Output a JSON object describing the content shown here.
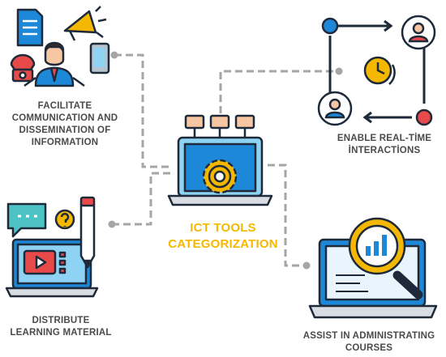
{
  "center": {
    "lines": [
      "ICT TOOLS",
      "CATEGORIZATION"
    ]
  },
  "nodes": [
    {
      "id": "comm",
      "lines": [
        "FACILITATE",
        "COMMUNICATION AND",
        "DISSEMINATION OF",
        "INFORMATION"
      ]
    },
    {
      "id": "realtime",
      "lines": [
        "ENABLE REAL-TİME",
        "İNTERACTİONS"
      ]
    },
    {
      "id": "distribute",
      "lines": [
        "DISTRIBUTE",
        "LEARNING MATERIAL"
      ]
    },
    {
      "id": "assist",
      "lines": [
        "ASSIST IN ADMINISTRATING",
        "COURSES"
      ]
    }
  ],
  "colors": {
    "accent": "#f5b800",
    "label": "#4a4a4a",
    "connector": "#a6a6a6",
    "outline": "#1e2a3a",
    "blue": "#1e88d8",
    "light_blue": "#8fd3f4",
    "red": "#e84a4a",
    "peach": "#f7c6a3"
  },
  "icons": {
    "comm": [
      "document-icon",
      "megaphone-icon",
      "smartphone-icon",
      "telephone-icon",
      "presenter-icon"
    ],
    "realtime": [
      "person-icon",
      "clock-icon",
      "arrow-icon"
    ],
    "distribute": [
      "chat-bubble-icon",
      "question-icon",
      "laptop-icon",
      "pencil-icon",
      "video-play-icon"
    ],
    "assist": [
      "laptop-icon",
      "magnifier-icon",
      "bar-chart-icon"
    ],
    "center": [
      "laptop-icon",
      "gear-icon",
      "network-nodes-icon"
    ]
  }
}
